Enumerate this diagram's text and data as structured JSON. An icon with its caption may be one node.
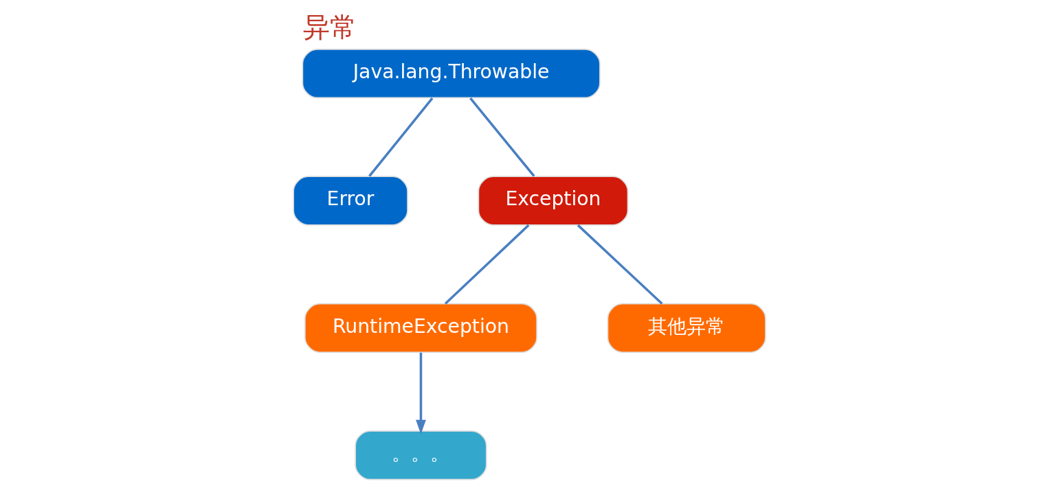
{
  "diagram": {
    "title": "异常",
    "nodes": [
      {
        "text": [
          "Java.lang.Throwable"
        ]
      },
      {
        "text": [
          "Error"
        ]
      },
      {
        "text": [
          "Exception"
        ]
      },
      {
        "text": [
          "RuntimeException"
        ]
      },
      {
        "text": [
          "其他异常"
        ]
      },
      {
        "text": [
          "。。。"
        ]
      }
    ],
    "edges": [
      {
        "from": 0,
        "to": 1,
        "arrow": "none"
      },
      {
        "from": 0,
        "to": 2,
        "arrow": "none"
      },
      {
        "from": 2,
        "to": 3,
        "arrow": "none"
      },
      {
        "from": 2,
        "to": 4,
        "arrow": "none"
      },
      {
        "from": 3,
        "to": 5,
        "arrow": "to"
      }
    ]
  }
}
